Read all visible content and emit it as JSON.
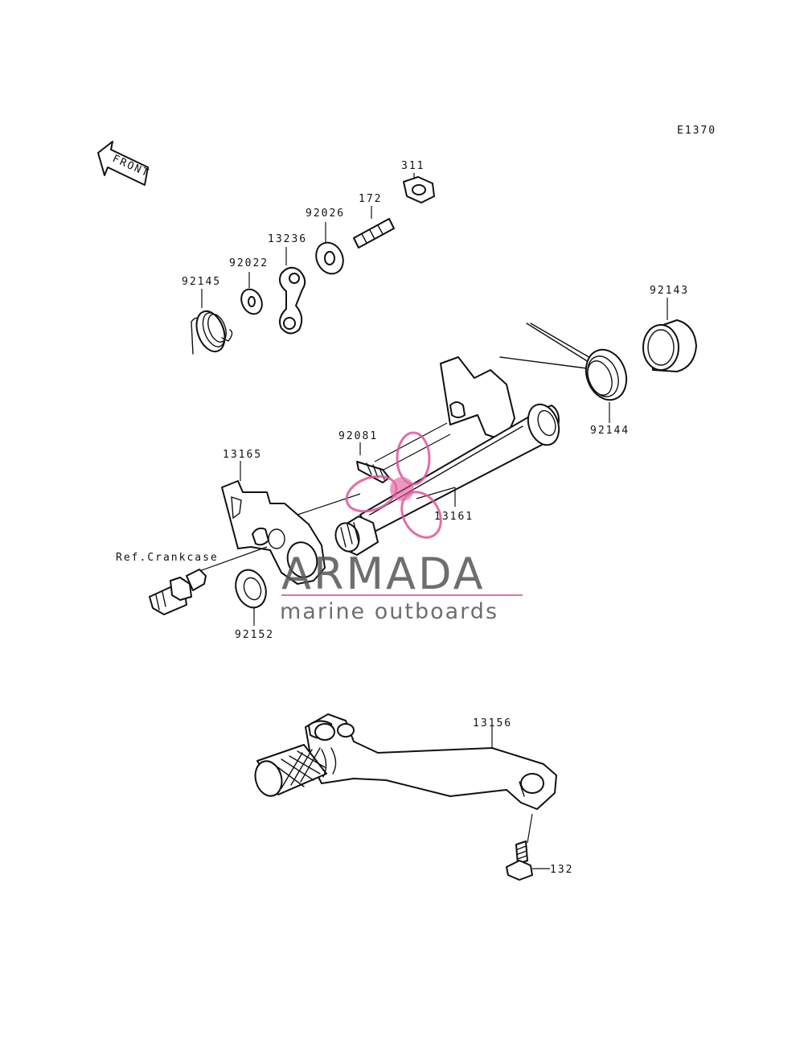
{
  "diagram_code": "E1370",
  "front_label": "FRONT",
  "parts": {
    "p311": "311",
    "p172": "172",
    "p92026": "92026",
    "p13236": "13236",
    "p92022": "92022",
    "p92145": "92145",
    "p92143": "92143",
    "p92144": "92144",
    "p92081": "92081",
    "p13165": "13165",
    "p13161": "13161",
    "ref_crankcase": "Ref.Crankcase",
    "p92152": "92152",
    "p13156": "13156",
    "p132": "132"
  },
  "watermark": {
    "brand": "ARMADA",
    "tagline": "marine outboards",
    "brand_color": "#555555",
    "accent_color": "#e0559a"
  }
}
